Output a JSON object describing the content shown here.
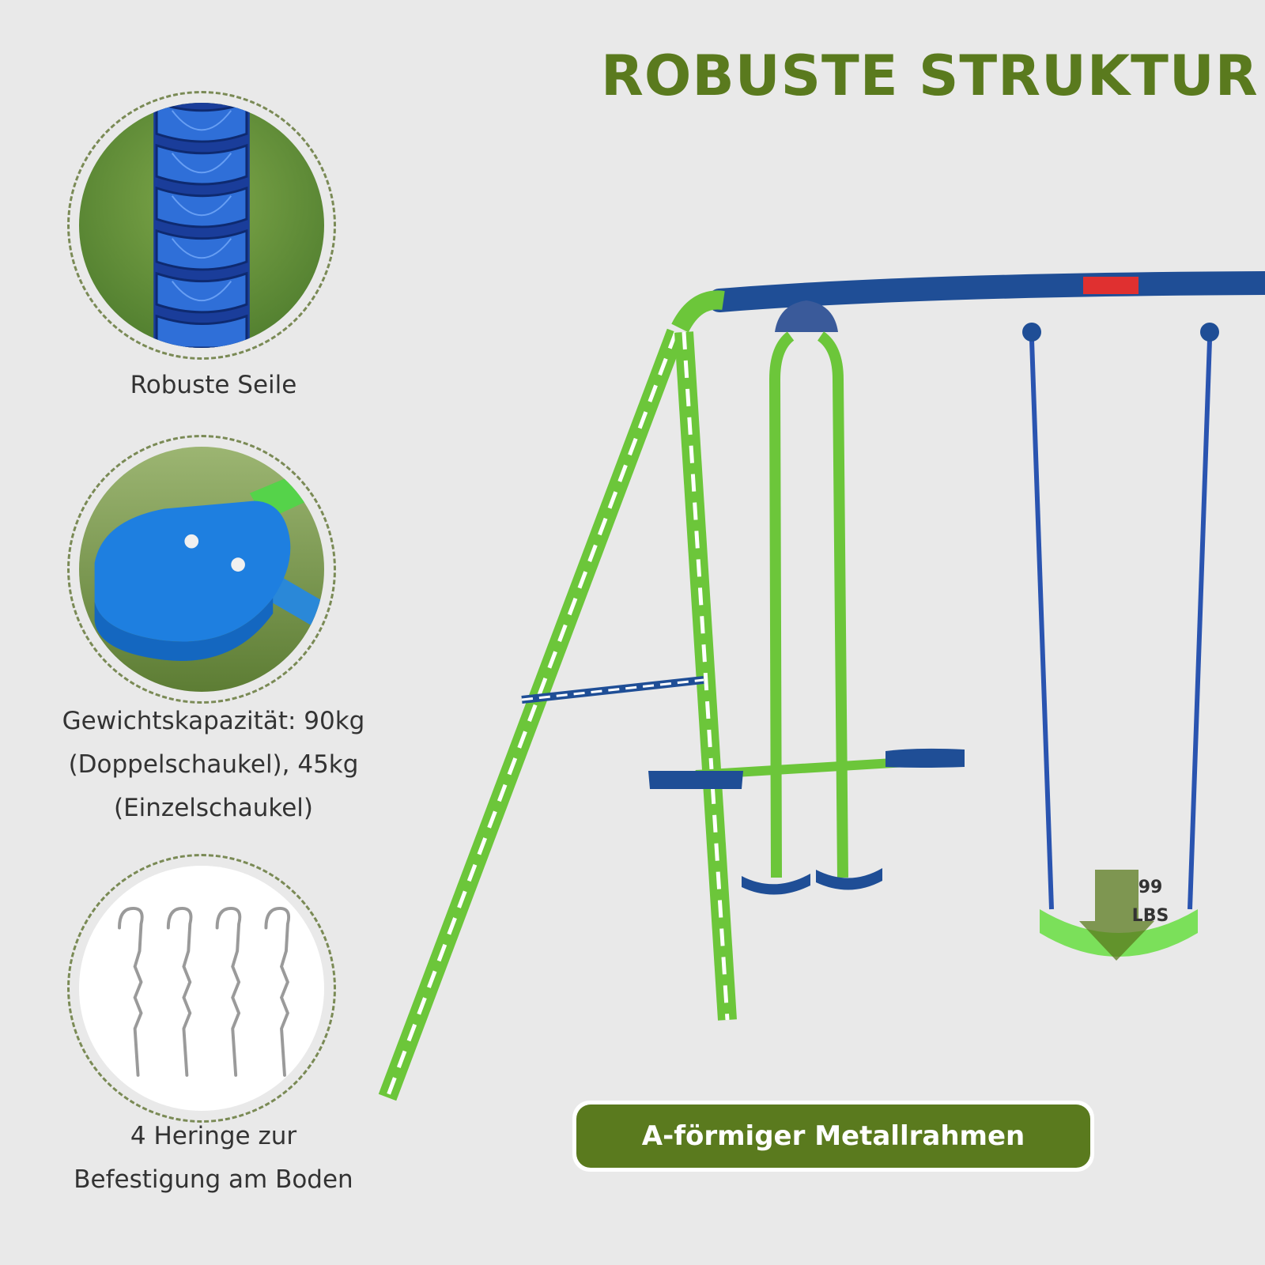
{
  "title": "ROBUSTE STRUKTUR",
  "features": [
    {
      "icon": "braided-rope-icon",
      "caption_lines": [
        "Robuste Seile"
      ]
    },
    {
      "icon": "swing-seat-icon",
      "caption_lines": [
        "Gewichtskapazität: 90kg",
        "(Doppelschaukel), 45kg",
        "(Einzelschaukel)"
      ]
    },
    {
      "icon": "ground-stakes-icon",
      "caption_lines": [
        "4 Heringe zur",
        "Befestigung am Boden"
      ]
    }
  ],
  "weight_badge": {
    "value": "99",
    "unit": "LBS"
  },
  "banner": {
    "label": "A-förmiger Metallrahmen"
  },
  "colors": {
    "title_green": "#5a7a1e",
    "frame_green": "#6cc63a",
    "frame_blue": "#1f4e96",
    "background": "#e9e9e9"
  }
}
